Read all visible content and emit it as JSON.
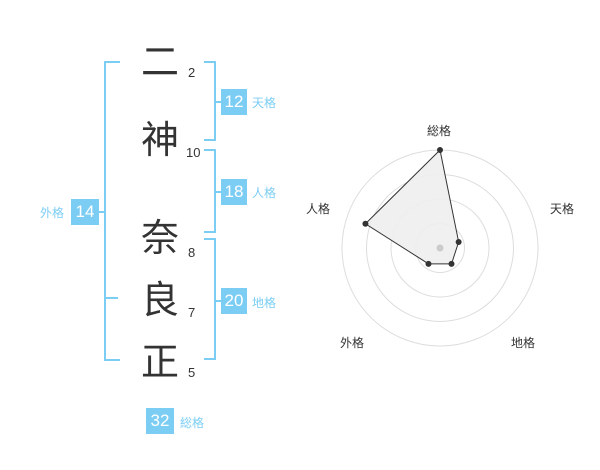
{
  "name": {
    "chars": [
      {
        "char": "二",
        "strokes": "2"
      },
      {
        "char": "神",
        "strokes": "10"
      },
      {
        "char": "奈",
        "strokes": "8"
      },
      {
        "char": "良",
        "strokes": "7"
      },
      {
        "char": "正",
        "strokes": "5"
      }
    ]
  },
  "fortunes": {
    "tenkaku": {
      "value": "12",
      "label": "天格"
    },
    "jinkaku": {
      "value": "18",
      "label": "人格"
    },
    "chikaku": {
      "value": "20",
      "label": "地格"
    },
    "gaikaku": {
      "value": "14",
      "label": "外格"
    },
    "soukaku": {
      "value": "32",
      "label": "総格"
    }
  },
  "colors": {
    "accent": "#7ccdf4",
    "text": "#333333",
    "grid": "#dddddd",
    "fill": "#eeeeee"
  },
  "chart_data": {
    "type": "radar",
    "axes": [
      "総格",
      "天格",
      "地格",
      "外格",
      "人格"
    ],
    "values": [
      1.0,
      0.2,
      0.2,
      0.2,
      0.8
    ],
    "rings": 4
  }
}
